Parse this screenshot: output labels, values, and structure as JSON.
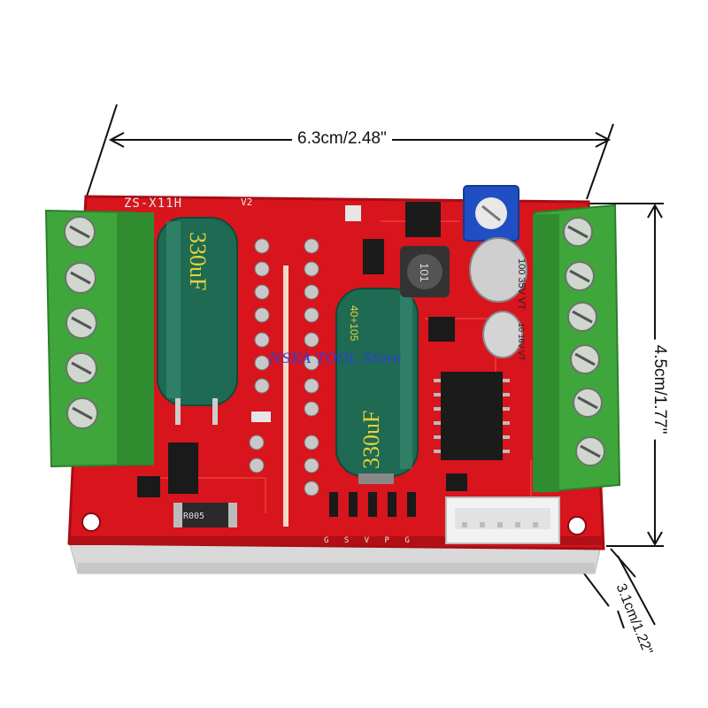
{
  "dimensions": {
    "width": "6.3cm/2.48\"",
    "height": "4.5cm/1.77\"",
    "depth": "3.1cm/1.22\""
  },
  "watermark": "NSKA TOOL Store",
  "board": {
    "model_label": "ZS-X11H",
    "version_label": "V2",
    "pin_labels": "G S V P G",
    "resistor_code": "R005",
    "big_cap_1": "330uF",
    "big_cap_2": "330uF",
    "small_cap_1": "100 35V VT",
    "small_cap_2": "10 16V VT",
    "inductor_mark": "101",
    "cap_side_text": "40+105"
  },
  "colors": {
    "pcb": "#d8141c",
    "pcb_edge": "#a80d14",
    "terminal": "#3fa63b",
    "terminal_dark": "#2b7f2b",
    "capacitor": "#1e6a53",
    "capacitor_text": "#e8d23a",
    "heatsink": "#d9d9d9",
    "potentiometer": "#1f4fc2"
  },
  "icons": [
    "screw-terminal-icon",
    "capacitor-icon",
    "inductor-icon",
    "potentiometer-icon",
    "ic-chip-icon",
    "connector-icon"
  ]
}
